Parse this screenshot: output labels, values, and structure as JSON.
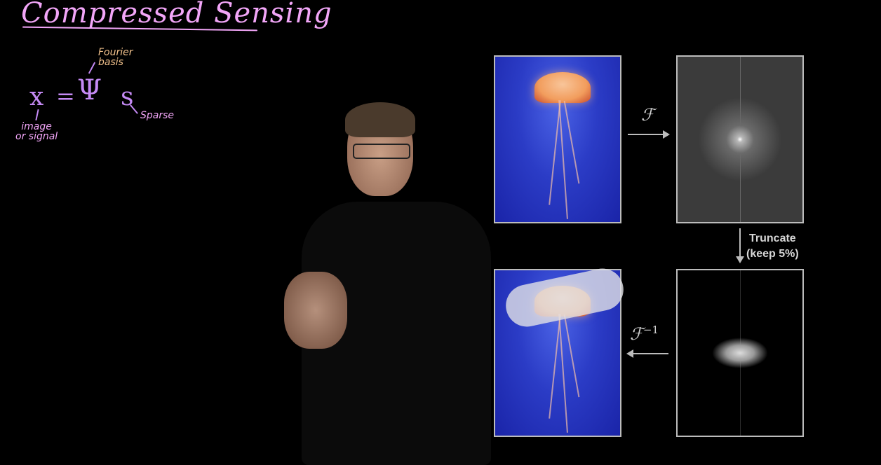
{
  "board": {
    "title": "Compressed Sensing",
    "equation": {
      "x": "x",
      "equals": "=",
      "psi": "Ψ",
      "s": "s"
    },
    "annotations": {
      "fourier_basis": "Fourier\nbasis",
      "image_or_signal": "image\nor signal",
      "sparse": "Sparse"
    }
  },
  "diagram": {
    "forward_op": "ℱ",
    "inverse_op": "ℱ",
    "inverse_sup": "−1",
    "truncate_label": "Truncate",
    "truncate_note": "(keep 5%)"
  }
}
